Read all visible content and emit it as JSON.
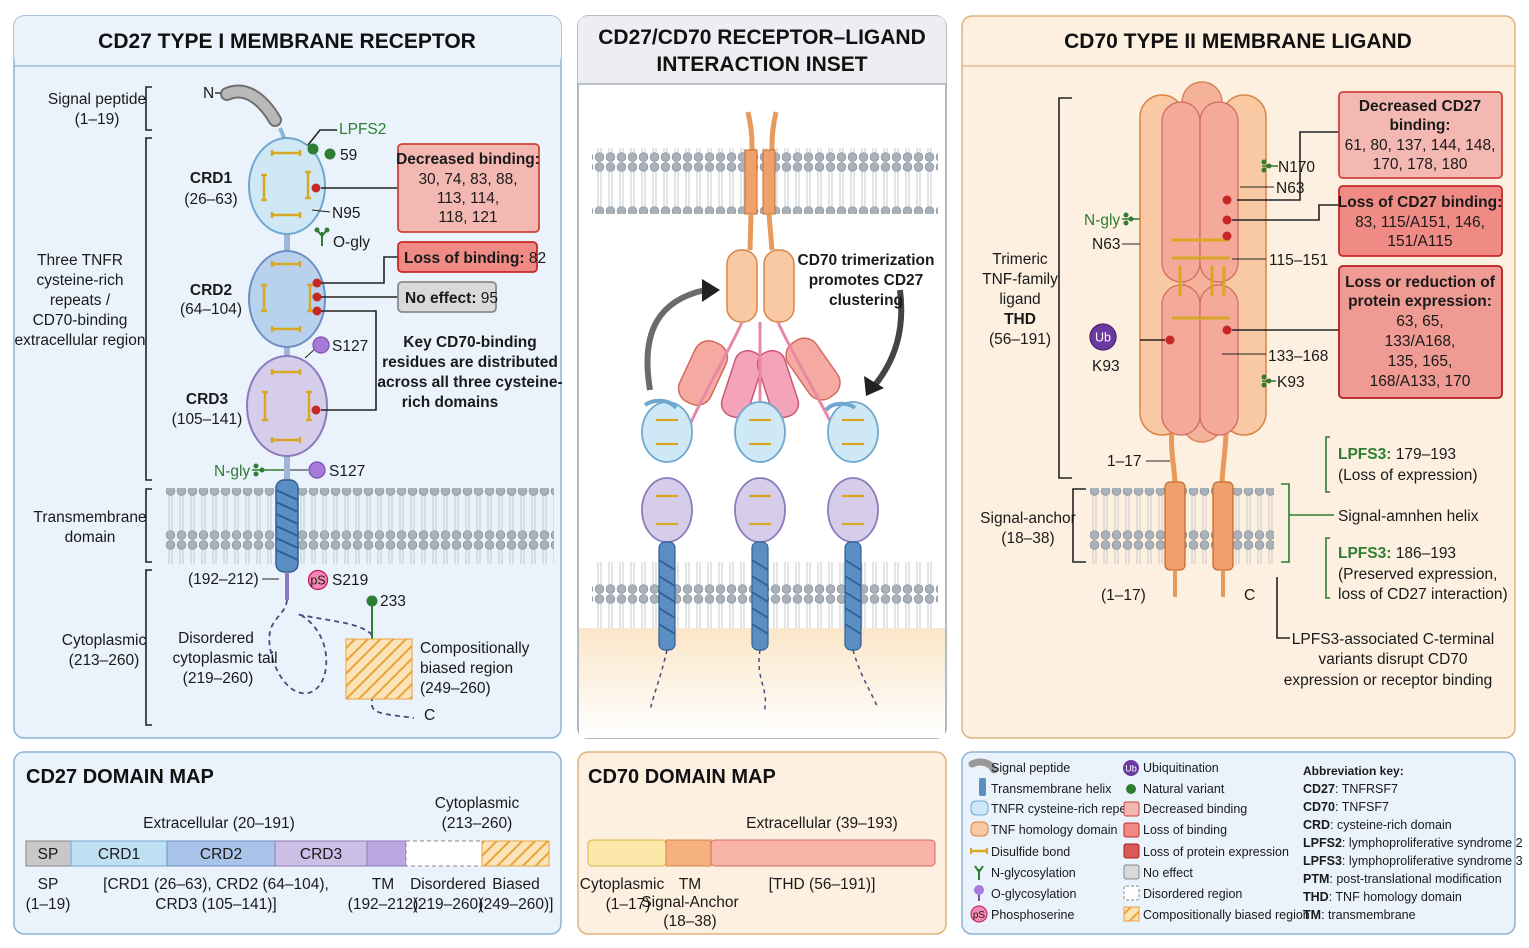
{
  "cd27": {
    "title": "CD27 TYPE I MEMBRANE RECEPTOR",
    "n_term": "N",
    "c_term": "C",
    "signal_peptide": "Signal peptide",
    "signal_range": "(1–19)",
    "crd_region_lines": [
      "Three TNFR",
      "cysteine-rich",
      "repeats /",
      "CD70-binding",
      "extracellular region"
    ],
    "crd1": "CRD1",
    "crd1_range": "(26–63)",
    "crd2": "CRD2",
    "crd2_range": "(64–104)",
    "crd3": "CRD3",
    "crd3_range": "(105–141)",
    "lpfs2": "LPFS2",
    "v59": "59",
    "n95": "N95",
    "o_gly": "O-gly",
    "n_gly": "N-gly",
    "s127a": "S127",
    "s127b": "S127",
    "decreased_title": "Decreased binding:",
    "decreased_lines": [
      "30, 74, 83, 88,",
      "113, 114,",
      "118, 121"
    ],
    "loss_title": "Loss of binding:",
    "loss_value": " 82",
    "noeffect_title": "No effect:",
    "noeffect_value": " 95",
    "key_lines": [
      "Key CD70-binding",
      "residues are distributed",
      "across all three cysteine-",
      "rich domains"
    ],
    "tm_lines": [
      "Transmembrane",
      "domain"
    ],
    "tm_range": "(192–212)",
    "ps": "pS",
    "s219": "S219",
    "v233": "233",
    "cyto_lines": [
      "Cytoplasmic",
      "(213–260)"
    ],
    "tail_lines": [
      "Disordered",
      "cytoplasmic tail",
      "(219–260)"
    ],
    "biased_lines": [
      "Compositionally",
      "biased region",
      "(249–260)"
    ]
  },
  "inset": {
    "title_lines": [
      "CD27/CD70 RECEPTOR–LIGAND",
      "INTERACTION INSET"
    ],
    "note_lines": [
      "CD70 trimerization",
      "promotes CD27",
      "clustering"
    ]
  },
  "cd70": {
    "title": "CD70 TYPE II MEMBRANE LIGAND",
    "trimeric_lines": [
      "Trimeric",
      "TNF-family",
      "ligand"
    ],
    "thd": "THD",
    "thd_range": "(56–191)",
    "n170": "N170",
    "n63a": "N63",
    "n_gly": "N-gly",
    "n63b": "N63",
    "ub": "Ub",
    "k93a": "K93",
    "k93b": "K93",
    "r115_151": "115–151",
    "r133_168": "133–168",
    "r1_17": "1–17",
    "r1_17b": "(1–17)",
    "c_term": "C",
    "signal_anchor_lines": [
      "Signal-anchor",
      "(18–38)"
    ],
    "dec_title_lines": [
      "Decreased CD27",
      "binding:"
    ],
    "dec_lines": [
      "61, 80, 137, 144, 148,",
      "170, 178, 180"
    ],
    "loss_title": "Loss of CD27 binding:",
    "loss_lines": [
      "83, 115/A151, 146,",
      "151/A115"
    ],
    "expr_title_lines": [
      "Loss or reduction of",
      "protein expression:"
    ],
    "expr_lines": [
      "63, 65,",
      "133/A168,",
      "135, 165,",
      "168/A133, 170"
    ],
    "lpfs3a_title": "LPFS3:",
    "lpfs3a_range": " 179–193",
    "lpfs3a_note": "(Loss of expression)",
    "helix_label": "Signal-amnhen helix",
    "lpfs3b_title": "LPFS3:",
    "lpfs3b_range": " 186–193",
    "lpfs3b_notes": [
      "(Preserved expression,",
      "loss of CD27 interaction)"
    ],
    "cterm_note_lines": [
      "LPFS3-associated C-terminal",
      "variants disrupt CD70",
      "expression or receptor binding"
    ]
  },
  "cd27_map": {
    "title": "CD27 DOMAIN MAP",
    "extracellular": "Extracellular (20–191)",
    "cyto_lines": [
      "Cytoplasmic",
      "(213–260)"
    ],
    "seg": [
      "SP",
      "CRD1",
      "CRD2",
      "CRD3"
    ],
    "sp_lines": [
      "SP",
      "(1–19)"
    ],
    "crd_lines": [
      "[CRD1 (26–63), CRD2 (64–104),",
      "CRD3 (105–141)]"
    ],
    "tm_lines": [
      "TM",
      "(192–212)"
    ],
    "dis_lines": [
      "Disordered",
      "(219–260)"
    ],
    "bia_lines": [
      "Biased",
      "(249–260)]"
    ]
  },
  "cd70_map": {
    "title": "CD70 DOMAIN MAP",
    "extracellular": "Extracellular (39–193)",
    "cyto_lines": [
      "Cytoplasmic",
      "(1–17)"
    ],
    "tm_lines": [
      "TM",
      "Signal-Anchor",
      "(18–38)"
    ],
    "thd": "[THD (56–191)]"
  },
  "legend": {
    "col1": [
      "Signal peptide",
      "Transmembrane helix",
      "TNFR cysteine-rich repeat",
      "TNF homology domain",
      "Disulfide bond",
      "N-glycosylation",
      "O-glycosylation",
      "Phosphoserine"
    ],
    "col2": [
      "Ubiquitination",
      "Natural variant",
      "Decreased binding",
      "Loss of binding",
      "Loss of protein expression",
      "No effect",
      "Disordered region",
      "Compositionally biased region"
    ],
    "ub_glyph": "Ub",
    "ps_glyph": "pS",
    "abbr_title": "Abbreviation key:",
    "abbr": [
      {
        "k": "CD27",
        "v": ": TNFRSF7"
      },
      {
        "k": "CD70",
        "v": ": TNFSF7"
      },
      {
        "k": "CRD",
        "v": ": cysteine-rich domain"
      },
      {
        "k": "LPFS2",
        "v": ": lymphoproliferative syndrome 2"
      },
      {
        "k": "LPFS3",
        "v": ": lymphoproliferative syndrome 3"
      },
      {
        "k": "PTM",
        "v": ": post-translational modification"
      },
      {
        "k": "THD",
        "v": ": TNF homology domain"
      },
      {
        "k": "TM",
        "v": ": transmembrane"
      }
    ]
  },
  "colors": {
    "panel_blue": "#eaf2fb",
    "panel_orange": "#fdf0e0",
    "crd_blue": "#cfe8f5",
    "crd_purple": "#d6cdea",
    "tnf_orange": "#f8c9a3",
    "red_box": "#f4b8b3",
    "variant_red": "#c62828",
    "variant_green": "#2e7d32"
  }
}
